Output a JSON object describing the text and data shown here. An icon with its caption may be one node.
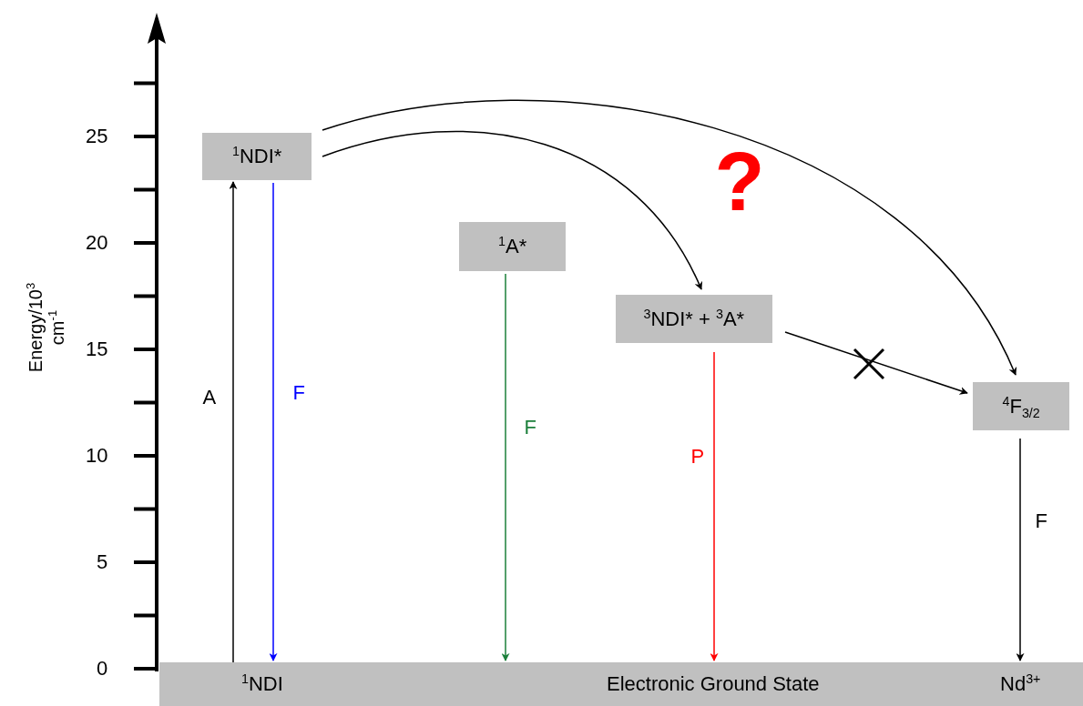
{
  "diagram": {
    "nodes": [
      {
        "text": [
          "$^{1}$NDI*"
        ]
      },
      {
        "text": [
          "$^{1}$A*"
        ]
      },
      {
        "text": [
          "$^{3}$NDI* + $^{3}$A*"
        ]
      },
      {
        "text": [
          "$^{4}$F$_{3/2}$"
        ]
      },
      {
        "text": [
          "$^{1}$NDI",
          "Electronic Ground State",
          "Nd$^{3+}$"
        ]
      }
    ],
    "edges": [
      {
        "from": 4,
        "to": 0,
        "arrow": "to",
        "label": "A"
      },
      {
        "from": 0,
        "to": 4,
        "arrow": "to",
        "label": "F",
        "color": "#0000ff"
      },
      {
        "from": 1,
        "to": 4,
        "arrow": "to",
        "label": "F",
        "color": "#1b7f3a"
      },
      {
        "from": 2,
        "to": 4,
        "arrow": "to",
        "label": "P",
        "color": "#ff0000"
      },
      {
        "from": 0,
        "to": 2,
        "arrow": "to"
      },
      {
        "from": 0,
        "to": 3,
        "arrow": "to"
      },
      {
        "from": 2,
        "to": 3,
        "arrow": "to"
      },
      {
        "from": 3,
        "to": 4,
        "arrow": "to",
        "label": "F"
      }
    ],
    "labels": [
      "25",
      "20",
      "15",
      "10",
      "5",
      "0",
      "Energy/10$^{3}$ cm$^{-1}$",
      "?"
    ]
  }
}
